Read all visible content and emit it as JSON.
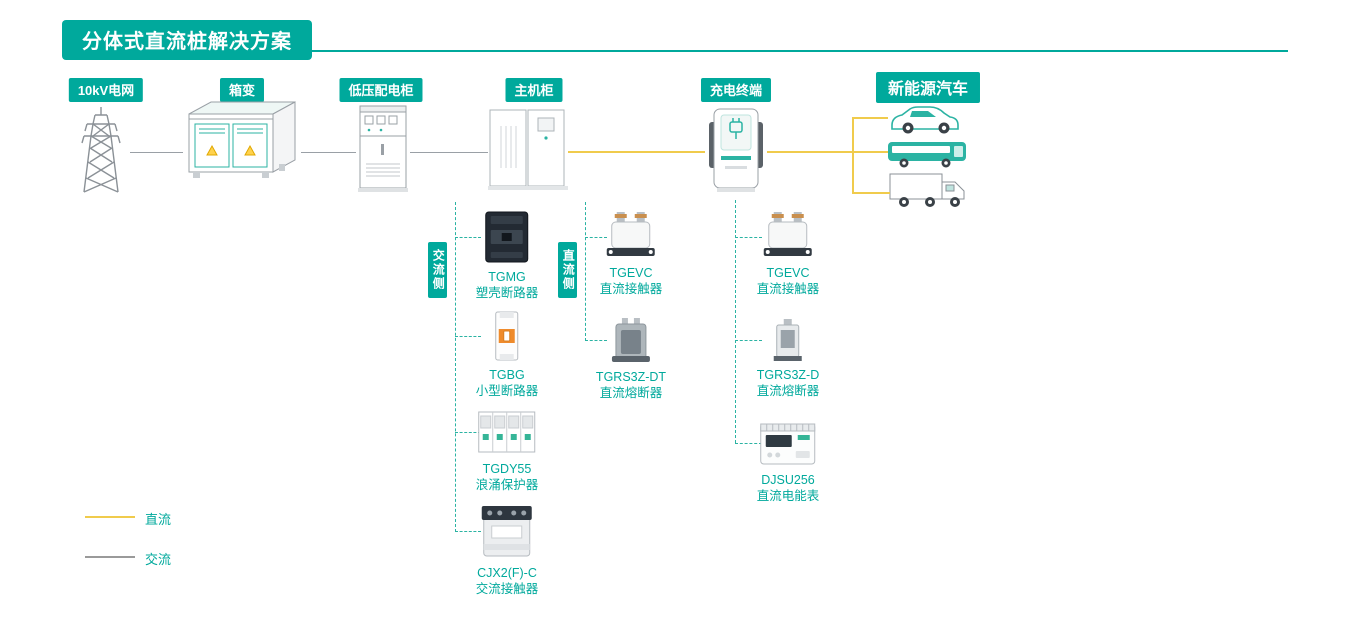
{
  "title": "分体式直流桩解决方案",
  "chain": {
    "grid": "10kV电网",
    "transformer": "箱变",
    "lv_cabinet": "低压配电柜",
    "main_cabinet": "主机柜",
    "terminal": "充电终端",
    "vehicles": "新能源汽车"
  },
  "sides": {
    "ac": "交流侧",
    "dc": "直流侧"
  },
  "products": {
    "main_ac": [
      {
        "model": "TGMG",
        "name": "塑壳断路器"
      },
      {
        "model": "TGBG",
        "name": "小型断路器"
      },
      {
        "model": "TGDY55",
        "name": "浪涌保护器"
      },
      {
        "model": "CJX2(F)-C",
        "name": "交流接触器"
      }
    ],
    "main_dc": [
      {
        "model": "TGEVC",
        "name": "直流接触器"
      },
      {
        "model": "TGRS3Z-DT",
        "name": "直流熔断器"
      }
    ],
    "terminal_dc": [
      {
        "model": "TGEVC",
        "name": "直流接触器"
      },
      {
        "model": "TGRS3Z-D",
        "name": "直流熔断器"
      },
      {
        "model": "DJSU256",
        "name": "直流电能表"
      }
    ]
  },
  "legend": [
    {
      "label": "直流",
      "color": "#F0CB4C"
    },
    {
      "label": "交流",
      "color": "#9A9A9A"
    }
  ],
  "colors": {
    "teal": "#00A99C",
    "dc_yellow": "#F0CB4C",
    "ac_gray": "#9AA0A6"
  }
}
